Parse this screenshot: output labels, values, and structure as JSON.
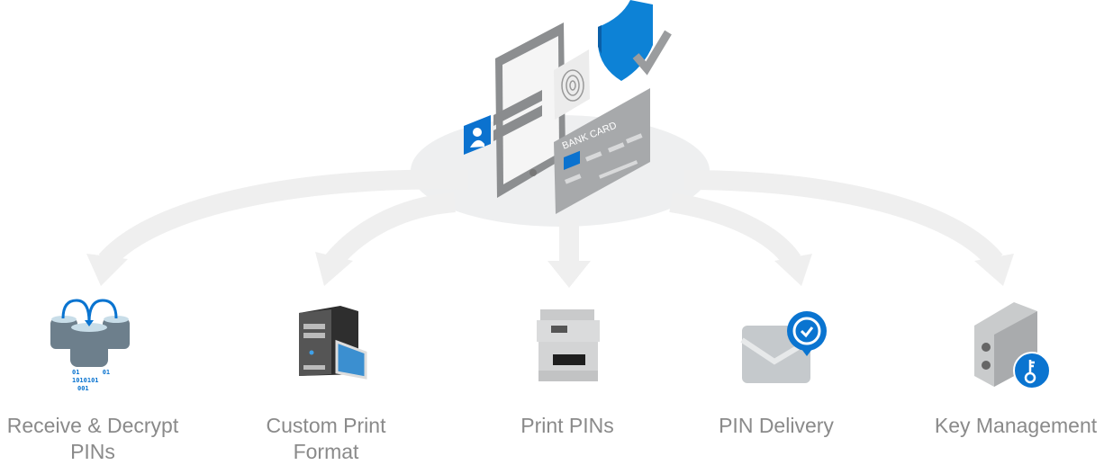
{
  "hero": {
    "card_text": "BANK CARD"
  },
  "steps": [
    {
      "label_line1": "Receive & Decrypt",
      "label_line2": "PINs",
      "icon": "database-sync-icon",
      "binary": [
        "01      01",
        "1010101",
        "001"
      ]
    },
    {
      "label_line1": "Custom Print",
      "label_line2": "Format",
      "icon": "server-icon"
    },
    {
      "label_line1": "Print PINs",
      "label_line2": "",
      "icon": "printer-icon"
    },
    {
      "label_line1": "PIN Delivery",
      "label_line2": "",
      "icon": "mail-check-icon"
    },
    {
      "label_line1": "Key Management",
      "label_line2": "",
      "icon": "hsm-key-icon"
    }
  ],
  "colors": {
    "accent": "#0a74d0",
    "arrow": "#ededed",
    "text": "#8a8a8a"
  }
}
